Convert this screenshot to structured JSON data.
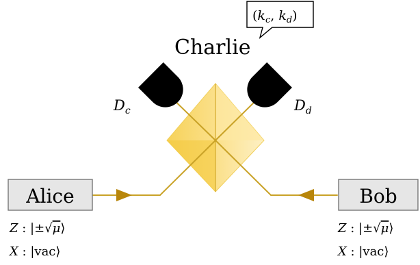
{
  "charlie": {
    "name": "Charlie",
    "output": "(k_c, k_d)"
  },
  "detectors": {
    "left": "D_c",
    "right": "D_d"
  },
  "alice": {
    "name": "Alice",
    "z_basis": "Z : |±√μ⟩",
    "x_basis": "X : |vac⟩"
  },
  "bob": {
    "name": "Bob",
    "z_basis": "Z : |±√μ⟩",
    "x_basis": "X : |vac⟩"
  },
  "colors": {
    "fiber": "#c9a227",
    "arrow": "#b8860b",
    "beamsplitter_light": "#fce8a3",
    "beamsplitter_dark": "#f5cf4a",
    "box_fill": "#e6e6e6",
    "box_stroke": "#777777",
    "detector": "#000000"
  }
}
